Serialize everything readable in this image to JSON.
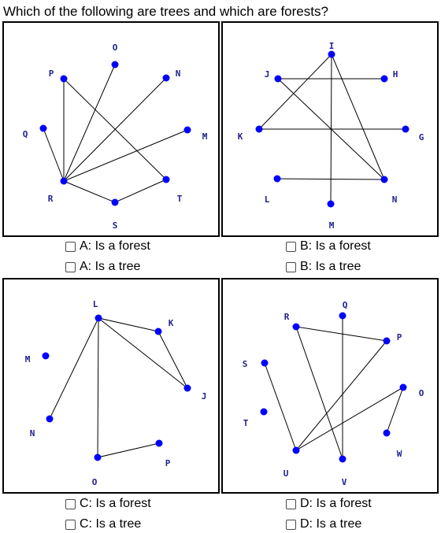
{
  "question": "Which of the following are trees and which are forests?",
  "colors": {
    "vertex": "#0000ff",
    "edge": "#000000",
    "label": "#1f1f8f",
    "border": "#000000"
  },
  "graphs": [
    {
      "id": "A",
      "vertices": [
        {
          "id": "O",
          "label": "O"
        },
        {
          "id": "P",
          "label": "P"
        },
        {
          "id": "N",
          "label": "N"
        },
        {
          "id": "Q",
          "label": "Q"
        },
        {
          "id": "M",
          "label": "M"
        },
        {
          "id": "R",
          "label": "R"
        },
        {
          "id": "T",
          "label": "T"
        },
        {
          "id": "S",
          "label": "S"
        }
      ],
      "edges": [
        [
          "R",
          "O"
        ],
        [
          "R",
          "P"
        ],
        [
          "R",
          "N"
        ],
        [
          "R",
          "M"
        ],
        [
          "R",
          "Q"
        ],
        [
          "R",
          "S"
        ],
        [
          "S",
          "T"
        ],
        [
          "P",
          "T"
        ]
      ],
      "options": [
        {
          "name": "option-a-forest",
          "label": "A: Is a forest",
          "checked": false
        },
        {
          "name": "option-a-tree",
          "label": "A: Is a tree",
          "checked": false
        }
      ]
    },
    {
      "id": "B",
      "vertices": [
        {
          "id": "I",
          "label": "I"
        },
        {
          "id": "J",
          "label": "J"
        },
        {
          "id": "H",
          "label": "H"
        },
        {
          "id": "K",
          "label": "K"
        },
        {
          "id": "G",
          "label": "G"
        },
        {
          "id": "L",
          "label": "L"
        },
        {
          "id": "N",
          "label": "N"
        },
        {
          "id": "M",
          "label": "M"
        }
      ],
      "edges": [
        [
          "I",
          "K"
        ],
        [
          "I",
          "M"
        ],
        [
          "I",
          "N"
        ],
        [
          "J",
          "H"
        ],
        [
          "J",
          "N"
        ],
        [
          "K",
          "G"
        ],
        [
          "L",
          "N"
        ]
      ],
      "options": [
        {
          "name": "option-b-forest",
          "label": "B: Is a forest",
          "checked": false
        },
        {
          "name": "option-b-tree",
          "label": "B: Is a tree",
          "checked": false
        }
      ]
    },
    {
      "id": "C",
      "vertices": [
        {
          "id": "L",
          "label": "L"
        },
        {
          "id": "K",
          "label": "K"
        },
        {
          "id": "M",
          "label": "M"
        },
        {
          "id": "J",
          "label": "J"
        },
        {
          "id": "N",
          "label": "N"
        },
        {
          "id": "P",
          "label": "P"
        },
        {
          "id": "O",
          "label": "O"
        }
      ],
      "edges": [
        [
          "L",
          "K"
        ],
        [
          "L",
          "J"
        ],
        [
          "K",
          "J"
        ],
        [
          "L",
          "N"
        ],
        [
          "L",
          "O"
        ],
        [
          "O",
          "P"
        ]
      ],
      "options": [
        {
          "name": "option-c-forest",
          "label": "C: Is a forest",
          "checked": false
        },
        {
          "name": "option-c-tree",
          "label": "C: Is a tree",
          "checked": false
        }
      ]
    },
    {
      "id": "D",
      "vertices": [
        {
          "id": "Q",
          "label": "Q"
        },
        {
          "id": "R",
          "label": "R"
        },
        {
          "id": "P",
          "label": "P"
        },
        {
          "id": "S",
          "label": "S"
        },
        {
          "id": "O",
          "label": "O"
        },
        {
          "id": "T",
          "label": "T"
        },
        {
          "id": "W",
          "label": "W"
        },
        {
          "id": "U",
          "label": "U"
        },
        {
          "id": "V",
          "label": "V"
        }
      ],
      "edges": [
        [
          "Q",
          "V"
        ],
        [
          "R",
          "P"
        ],
        [
          "R",
          "V"
        ],
        [
          "P",
          "U"
        ],
        [
          "S",
          "U"
        ],
        [
          "O",
          "U"
        ],
        [
          "O",
          "W"
        ]
      ],
      "options": [
        {
          "name": "option-d-forest",
          "label": "D: Is a forest",
          "checked": false
        },
        {
          "name": "option-d-tree",
          "label": "D: Is a tree",
          "checked": false
        }
      ]
    }
  ]
}
